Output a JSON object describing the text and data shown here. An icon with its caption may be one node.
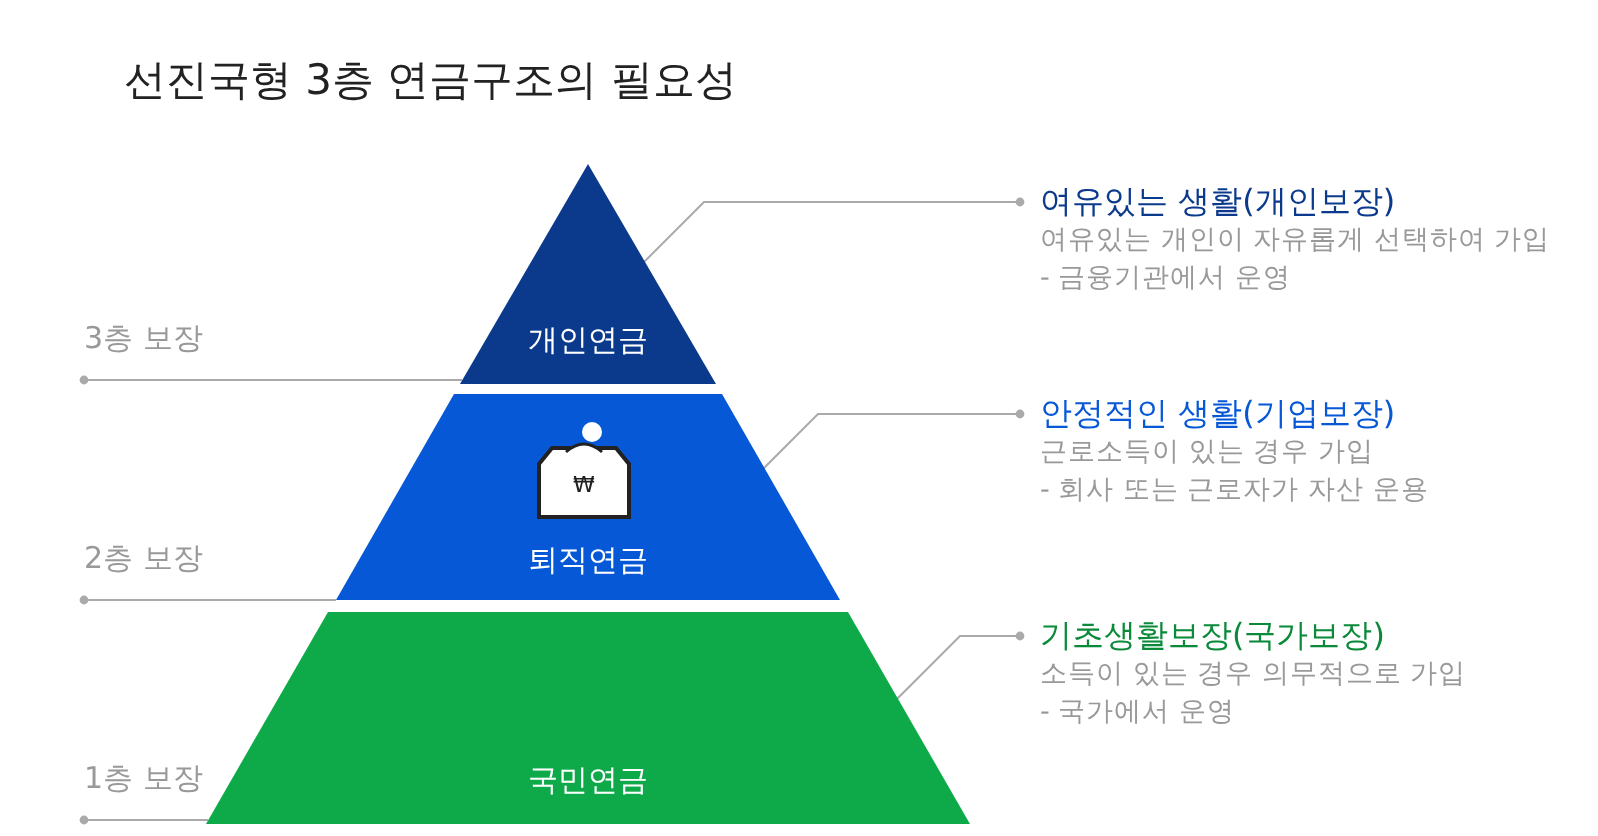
{
  "diagram": {
    "title": "선진국형 3층 연금구조의 필요성",
    "nodes": [
      {
        "text": [
          "개인연금"
        ]
      },
      {
        "text": [
          "퇴직연금"
        ]
      },
      {
        "text": [
          "₩"
        ],
        "in": 1
      },
      {
        "text": [
          "여유있는 생활(개인보장)",
          "여유있는 개인이 자유롭게 선택하여 가입",
          "- 금융기관에서 운영"
        ]
      },
      {
        "text": [
          "안정적인 생활(기업보장)",
          "근로소득이 있는 경우 가입",
          "- 회사 또는 근로자가 자산 운용"
        ]
      },
      {
        "text": [
          "기초생활보장(국가보장)",
          "소득이 있는 경우 의무적으로 가입",
          "- 국가에서 운영"
        ]
      },
      {
        "text": [
          "국민연금"
        ]
      },
      {
        "text": [
          "3층 보장"
        ]
      },
      {
        "text": [
          "2층 보장"
        ]
      },
      {
        "text": [
          "1층 보장"
        ]
      }
    ],
    "edges": [
      {
        "from": 3,
        "to": 0,
        "arrow": "other"
      },
      {
        "from": 4,
        "to": 1,
        "arrow": "other"
      },
      {
        "from": 5,
        "to": 6,
        "arrow": "other"
      },
      {
        "from": 7,
        "to": 0,
        "arrow": "other"
      },
      {
        "from": 8,
        "to": 1,
        "arrow": "other"
      },
      {
        "from": 9,
        "to": 6,
        "arrow": "other"
      }
    ]
  }
}
